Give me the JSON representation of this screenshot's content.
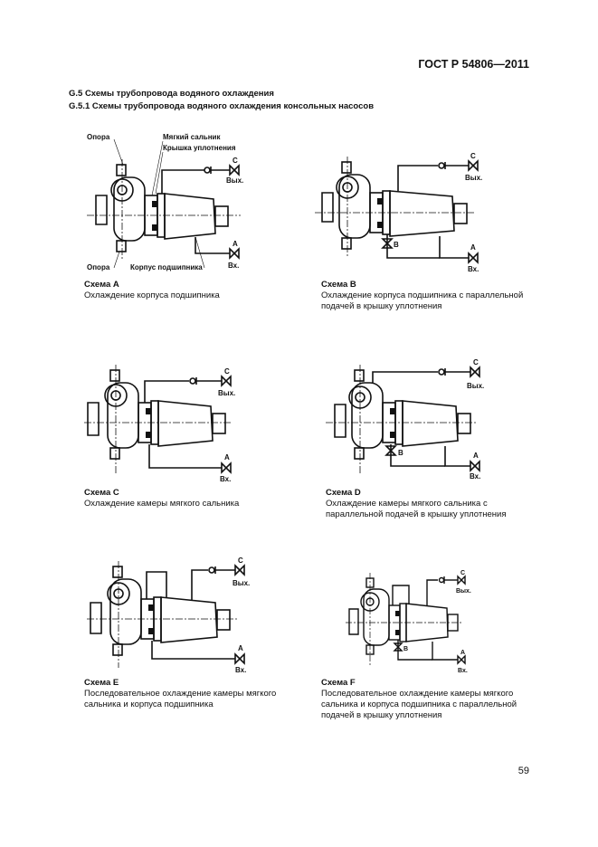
{
  "header": {
    "doc_id": "ГОСТ Р 54806—2011"
  },
  "section": {
    "g5": "G.5 Схемы трубопровода водяного охлаждения",
    "g51": "G.5.1 Схемы трубопровода водяного охлаждения консольных насосов"
  },
  "labels": {
    "support": "Опора",
    "soft_gland": "Мягкий сальник",
    "seal_cover": "Крышка уплотнения",
    "bearing_housing": "Корпус подшипника",
    "in_letter": "А",
    "out_letter": "С",
    "bypass_letter": "В",
    "in_label": "Вх.",
    "out_label": "Вых."
  },
  "schemes": [
    {
      "title": "Схема А",
      "text": "Охлаждение корпуса подшипника"
    },
    {
      "title": "Схема B",
      "text": "Охлаждение корпуса подшипника с параллельной подачей в крышку уплотнения"
    },
    {
      "title": "Схема С",
      "text": "Охлаждение камеры мягкого сальника"
    },
    {
      "title": "Схема D",
      "text": "Охлаждение камеры мягкого сальника с параллельной подачей в крышку уплотнения"
    },
    {
      "title": "Схема E",
      "text": "Последовательное охлаждение камеры мягкого сальника и корпуса подшипника"
    },
    {
      "title": "Схема F",
      "text": "Последовательное охлаждение камеры мягкого сальника и корпуса подшипника с параллельной подачей в крышку уплотнения"
    }
  ],
  "page_number": "59"
}
